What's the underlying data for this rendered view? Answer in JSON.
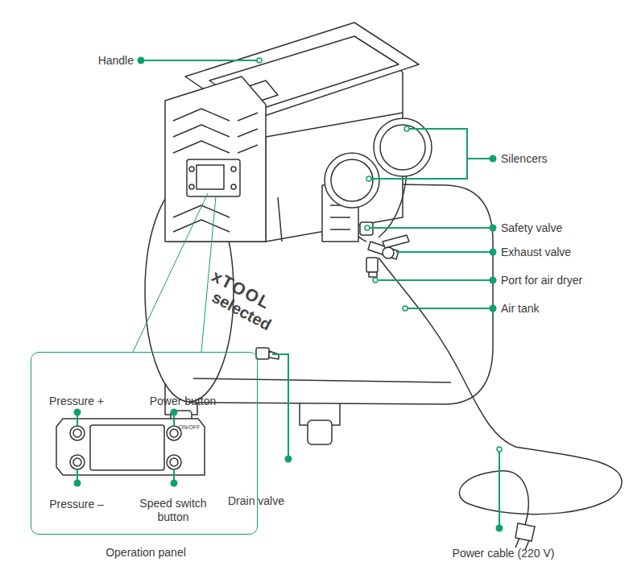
{
  "diagram": {
    "nodes": [
      {
        "text": [
          "Pressure +",
          "Power button",
          "Pressure –",
          "Speed switch button",
          "Operation panel"
        ]
      }
    ],
    "labels": [
      "Handle",
      "Silencers",
      "Safety valve",
      "Exhaust valve",
      "Port for air dryer",
      "Air tank",
      "Drain valve",
      "Power cable (220 V)",
      "xTOOL",
      "selected",
      "ON/OFF"
    ]
  }
}
